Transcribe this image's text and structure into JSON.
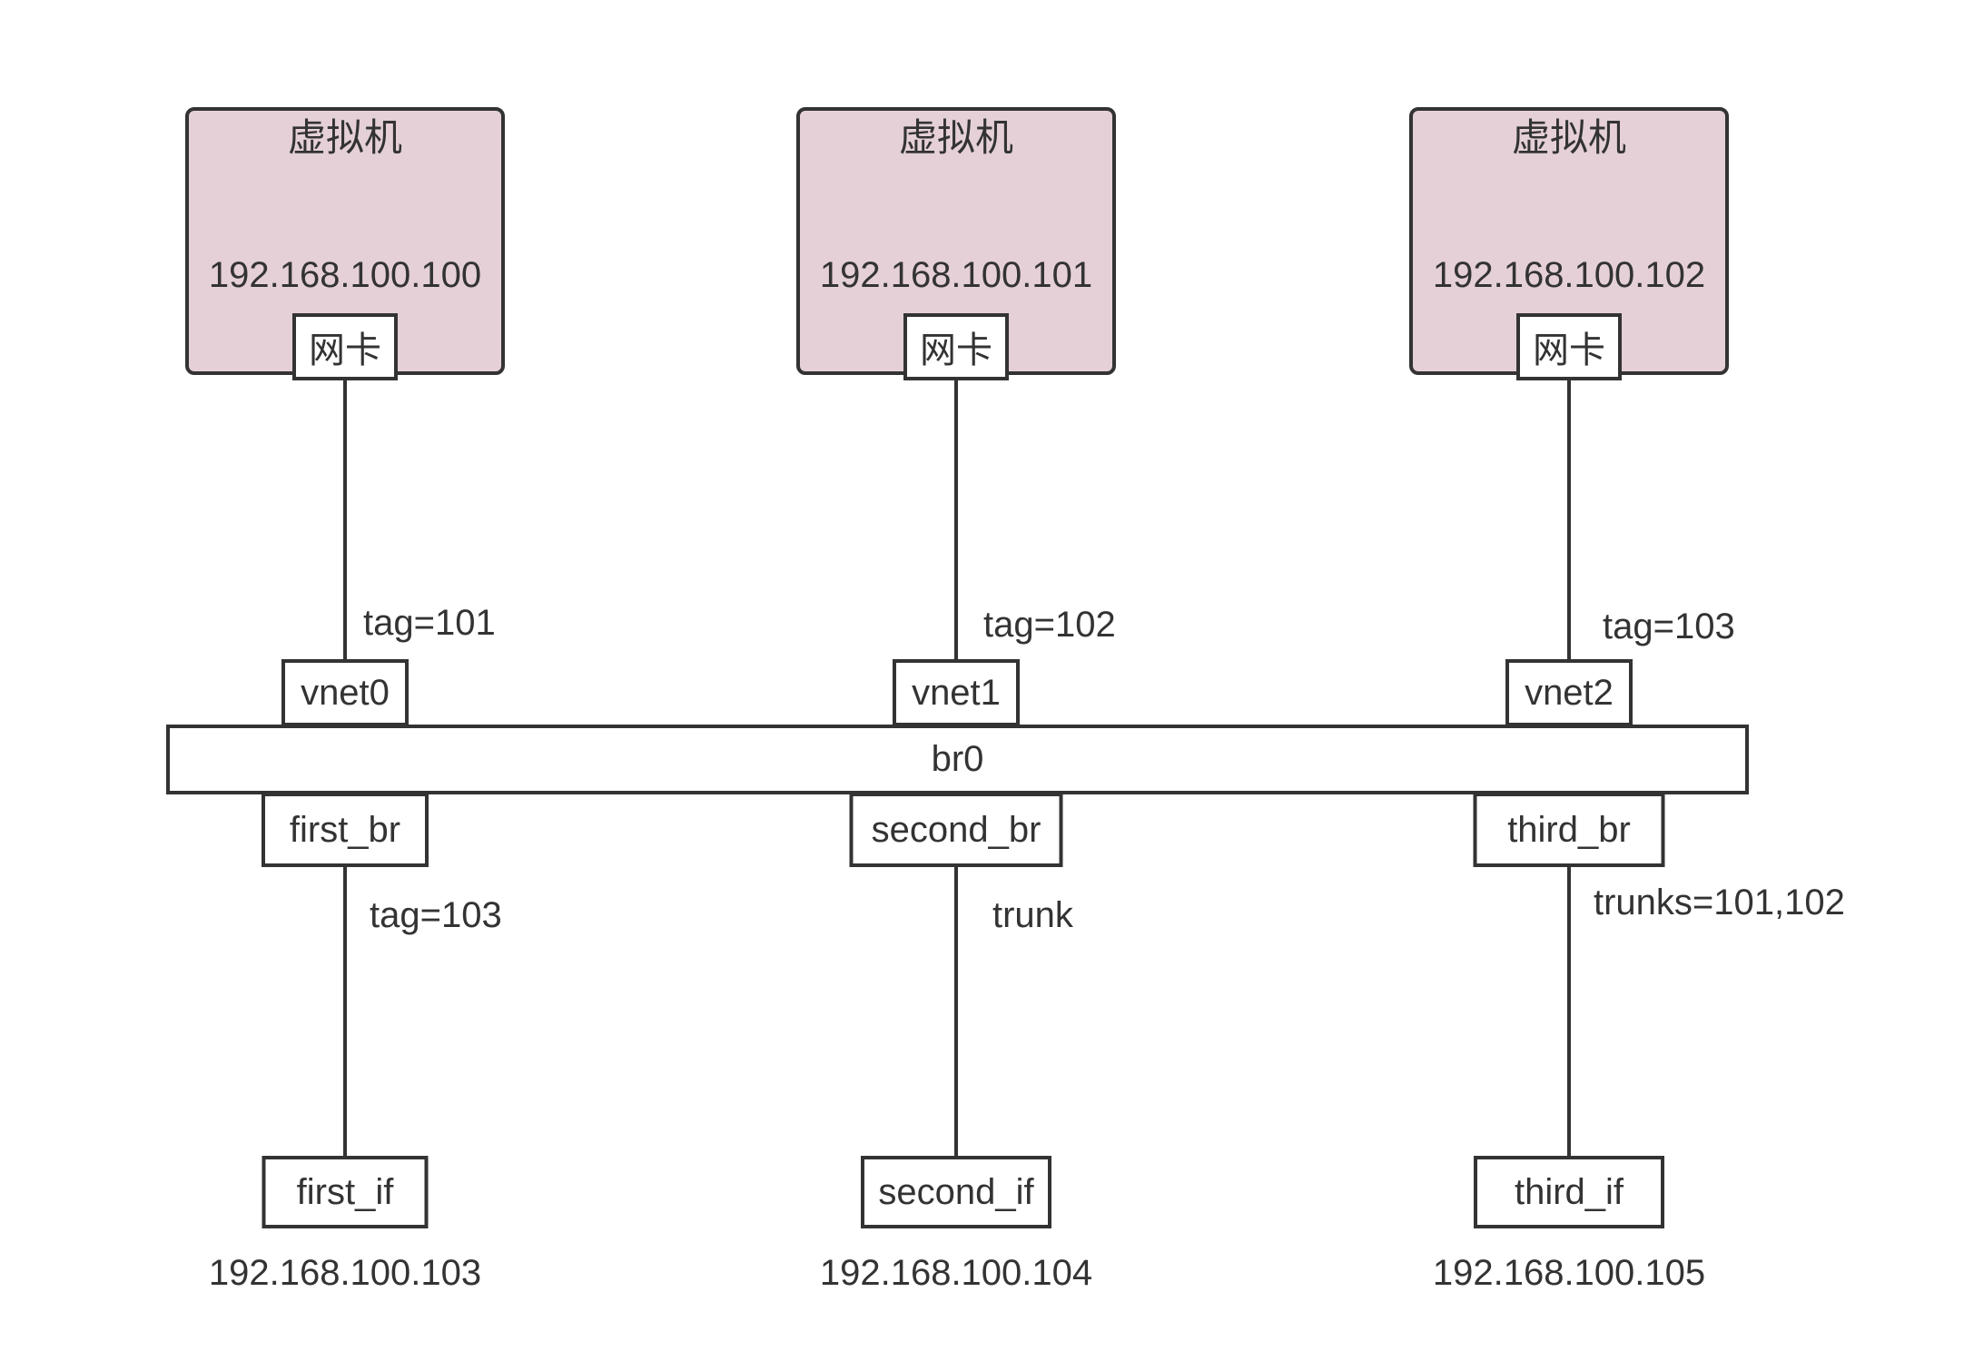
{
  "diagram": {
    "bridge_label": "br0",
    "columns": [
      {
        "vm_title": "虚拟机",
        "vm_ip": "192.168.100.100",
        "nic_label": "网卡",
        "vnet_tag": "tag=101",
        "vnet_label": "vnet0",
        "br_label": "first_br",
        "br_tag": "tag=103",
        "if_label": "first_if",
        "if_ip": "192.168.100.103"
      },
      {
        "vm_title": "虚拟机",
        "vm_ip": "192.168.100.101",
        "nic_label": "网卡",
        "vnet_tag": "tag=102",
        "vnet_label": "vnet1",
        "br_label": "second_br",
        "br_tag": "trunk",
        "if_label": "second_if",
        "if_ip": "192.168.100.104"
      },
      {
        "vm_title": "虚拟机",
        "vm_ip": "192.168.100.102",
        "nic_label": "网卡",
        "vnet_tag": "tag=103",
        "vnet_label": "vnet2",
        "br_label": "third_br",
        "br_tag": "trunks=101,102",
        "if_label": "third_if",
        "if_ip": "192.168.100.105"
      }
    ],
    "colors": {
      "vm_fill": "#e5d0d8",
      "stroke": "#333333",
      "background": "#ffffff"
    }
  }
}
